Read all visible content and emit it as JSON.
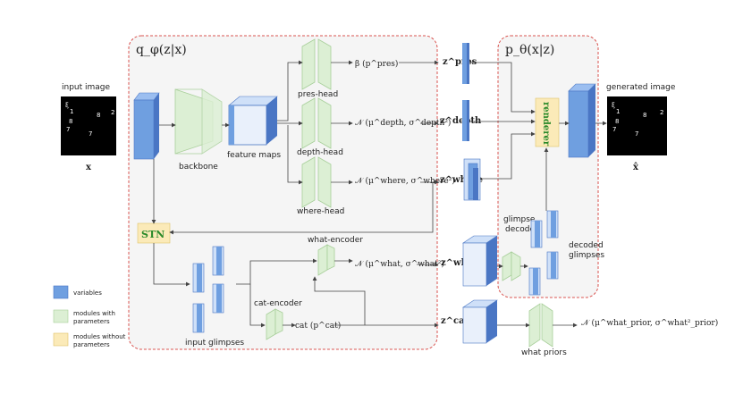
{
  "encoder": {
    "title": "q_φ(z|x)"
  },
  "decoder_box": {
    "title": "p_θ(x|z)"
  },
  "input": {
    "label": "input image",
    "symbol": "x"
  },
  "output": {
    "label": "generated image",
    "symbol": "x̂"
  },
  "backbone": "backbone",
  "feature_maps": "feature maps",
  "heads": {
    "pres": "pres-head",
    "depth": "depth-head",
    "where": "where-head",
    "what_encoder": "what-encoder",
    "cat_encoder": "cat-encoder"
  },
  "dists": {
    "pres": "β (p^pres)",
    "depth": "𝒩 (μ^depth, σ^depth²)",
    "where": "𝒩 (μ^where, σ^where²)",
    "what": "𝒩 (μ^what, σ^what²)",
    "cat": "cat (p^cat)",
    "prior": "𝒩 (μ^what_prior, σ^what²_prior)"
  },
  "latents": {
    "pres": "z^pres",
    "depth": "z^depth",
    "where": "z^where",
    "what": "z^what",
    "cat": "z^cat"
  },
  "stn": "STN",
  "renderer": "renderer",
  "input_glimpses": "input glimpses",
  "glimpse_decoder": [
    "glimpse",
    "decoder"
  ],
  "decoded_glimpses": [
    "decoded",
    "glimpses"
  ],
  "what_priors": "what priors",
  "legend": {
    "variables": "variables",
    "modules_params": [
      "modules with",
      "parameters"
    ],
    "modules_no_params": [
      "modules without",
      "parameters"
    ]
  },
  "colors": {
    "variable": "#6f9fe0",
    "variable_dark": "#4a76c4",
    "module": "#dcefd4",
    "module_stroke": "#a8cf9a",
    "nomodule": "#fbeab8",
    "region_border": "#d9534f",
    "region_fill": "#f4f4f4"
  }
}
